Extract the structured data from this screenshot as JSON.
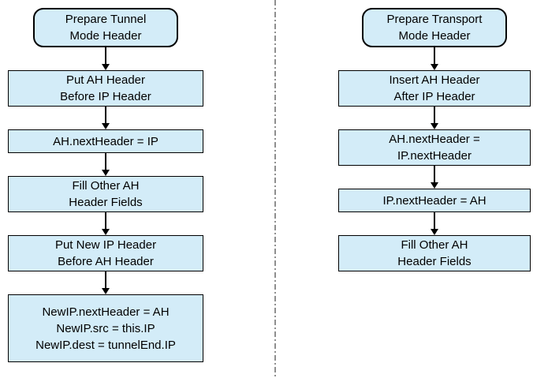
{
  "diagram": {
    "colors": {
      "node_fill": "#d3ecf8",
      "node_border": "#000000",
      "text": "#000000",
      "divider": "#8f8f8f",
      "background": "#ffffff"
    },
    "left_flow": {
      "steps": [
        {
          "shape": "rounded",
          "label": "Prepare Tunnel\nMode Header"
        },
        {
          "shape": "rect",
          "label": "Put AH Header\nBefore IP Header"
        },
        {
          "shape": "rect",
          "label": "AH.nextHeader = IP"
        },
        {
          "shape": "rect",
          "label": "Fill Other AH\nHeader Fields"
        },
        {
          "shape": "rect",
          "label": "Put New IP Header\nBefore AH Header"
        },
        {
          "shape": "rect",
          "label": "NewIP.nextHeader = AH\nNewIP.src = this.IP\nNewIP.dest = tunnelEnd.IP"
        }
      ]
    },
    "right_flow": {
      "steps": [
        {
          "shape": "rounded",
          "label": "Prepare Transport\nMode Header"
        },
        {
          "shape": "rect",
          "label": "Insert AH Header\nAfter IP Header"
        },
        {
          "shape": "rect",
          "label": "AH.nextHeader =\nIP.nextHeader"
        },
        {
          "shape": "rect",
          "label": "IP.nextHeader = AH"
        },
        {
          "shape": "rect",
          "label": "Fill Other AH\nHeader Fields"
        }
      ]
    }
  }
}
